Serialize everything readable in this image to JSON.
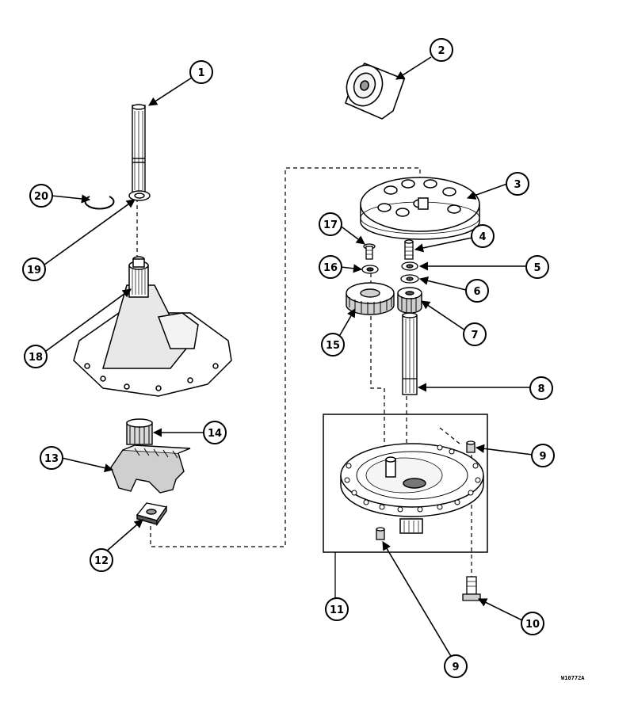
{
  "diagram": {
    "reference_code": "W10772A",
    "callouts": [
      "1",
      "2",
      "3",
      "4",
      "5",
      "6",
      "7",
      "8",
      "9",
      "10",
      "11",
      "12",
      "13",
      "14",
      "15",
      "16",
      "17",
      "18",
      "19",
      "20",
      "9"
    ]
  },
  "colors": {
    "ink": "#000000",
    "paper": "#ffffff",
    "shade": "#d9d9d9"
  }
}
